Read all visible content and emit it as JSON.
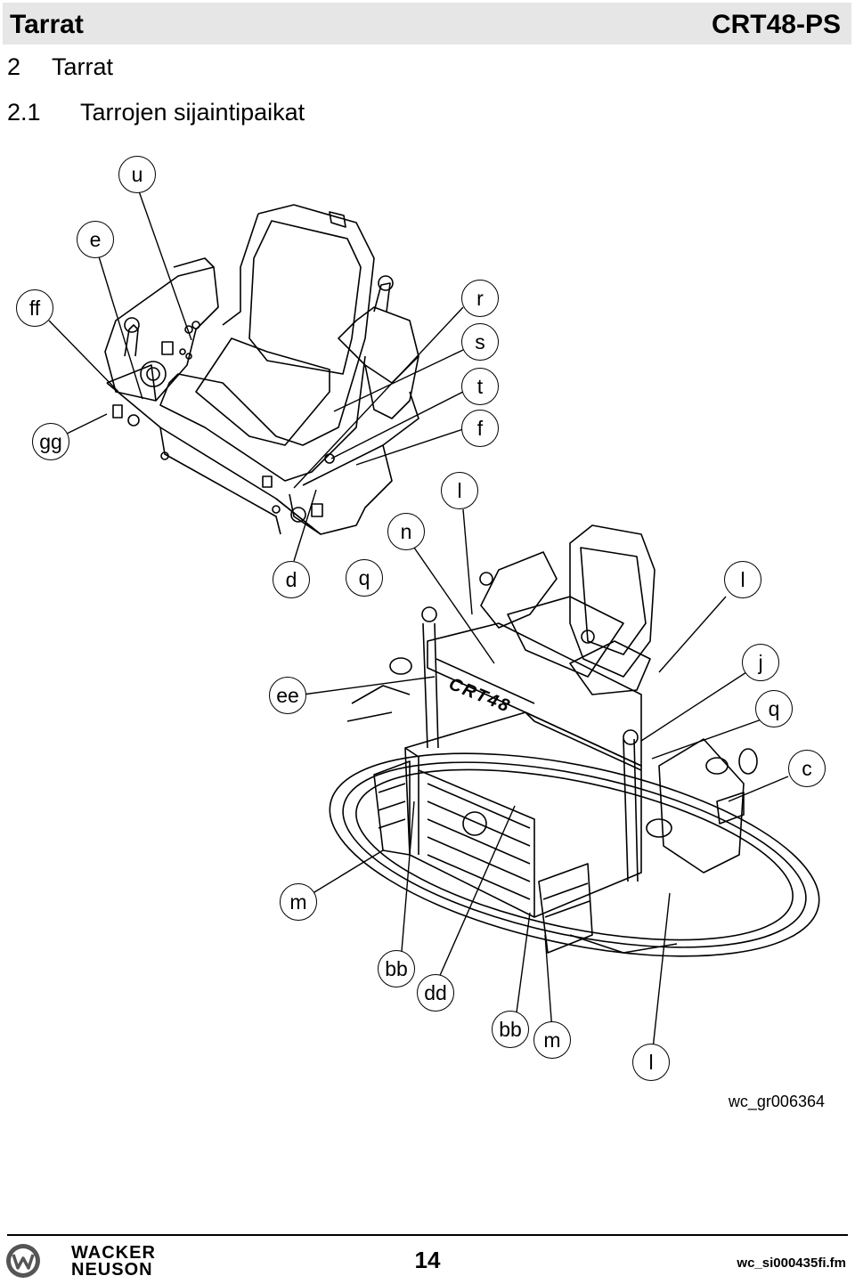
{
  "header": {
    "section": "Tarrat",
    "model": "CRT48-PS"
  },
  "heading1": {
    "number": "2",
    "title": "Tarrat"
  },
  "heading2": {
    "number": "2.1",
    "title": "Tarrojen sijaintipaikat"
  },
  "callouts": [
    {
      "id": "u",
      "label": "u"
    },
    {
      "id": "e",
      "label": "e"
    },
    {
      "id": "ff",
      "label": "ff"
    },
    {
      "id": "gg",
      "label": "gg"
    },
    {
      "id": "r",
      "label": "r"
    },
    {
      "id": "s",
      "label": "s"
    },
    {
      "id": "t",
      "label": "t"
    },
    {
      "id": "f",
      "label": "f"
    },
    {
      "id": "d",
      "label": "d"
    },
    {
      "id": "q1",
      "label": "q"
    },
    {
      "id": "n",
      "label": "n"
    },
    {
      "id": "l1",
      "label": "l"
    },
    {
      "id": "l2",
      "label": "l"
    },
    {
      "id": "j",
      "label": "j"
    },
    {
      "id": "q2",
      "label": "q"
    },
    {
      "id": "c",
      "label": "c"
    },
    {
      "id": "ee",
      "label": "ee"
    },
    {
      "id": "m1",
      "label": "m"
    },
    {
      "id": "bb1",
      "label": "bb"
    },
    {
      "id": "dd",
      "label": "dd"
    },
    {
      "id": "bb2",
      "label": "bb"
    },
    {
      "id": "m2",
      "label": "m"
    },
    {
      "id": "l3",
      "label": "l"
    }
  ],
  "machine_mark": "CRT48",
  "figure_id": "wc_gr006364",
  "footer": {
    "brand_line1": "WACKER",
    "brand_line2": "NEUSON",
    "page": "14",
    "file": "wc_si000435fi.fm"
  }
}
